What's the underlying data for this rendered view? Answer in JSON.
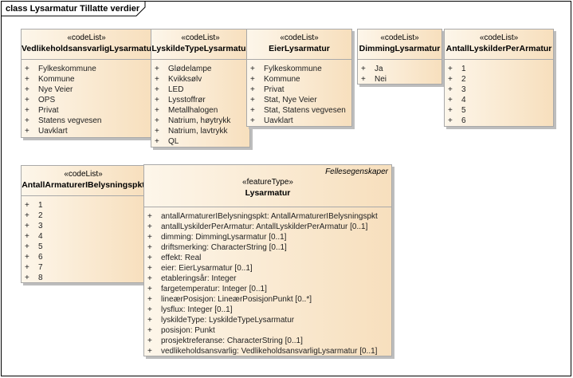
{
  "diagram_title": "class Lysarmatur Tillatte verdier",
  "classes": [
    {
      "id": "vedlikehold",
      "stereotype": "«codeList»",
      "name": "VedlikeholdsansvarligLysarmatur",
      "items": [
        "Fylkeskommune",
        "Kommune",
        "Nye Veier",
        "OPS",
        "Privat",
        "Statens vegvesen",
        "Uavklart"
      ]
    },
    {
      "id": "lyskildetype",
      "stereotype": "«codeList»",
      "name": "LyskildeTypeLysarmatur",
      "items": [
        "Glødelampe",
        "Kvikksølv",
        "LED",
        "Lysstoffrør",
        "Metallhalogen",
        "Natrium, høytrykk",
        "Natrium, lavtrykk",
        "QL"
      ]
    },
    {
      "id": "eier",
      "stereotype": "«codeList»",
      "name": "EierLysarmatur",
      "items": [
        "Fylkeskommune",
        "Kommune",
        "Privat",
        "Stat, Nye Veier",
        "Stat, Statens vegvesen",
        "Uavklart"
      ]
    },
    {
      "id": "dimming",
      "stereotype": "«codeList»",
      "name": "DimmingLysarmatur",
      "items": [
        "Ja",
        "Nei"
      ]
    },
    {
      "id": "antalllyskilder",
      "stereotype": "«codeList»",
      "name": "AntallLyskilderPerArmatur",
      "items": [
        "1",
        "2",
        "3",
        "4",
        "5",
        "6"
      ]
    },
    {
      "id": "antallarmaturer",
      "stereotype": "«codeList»",
      "name": "AntallArmaturerIBelysningspkt",
      "items": [
        "1",
        "2",
        "3",
        "4",
        "5",
        "6",
        "7",
        "8"
      ]
    },
    {
      "id": "lysarmatur",
      "tag": "Fellesegenskaper",
      "stereotype": "«featureType»",
      "name": "Lysarmatur",
      "items": [
        "antallArmaturerIBelysningspkt: AntallArmaturerIBelysningspkt",
        "antallLyskilderPerArmatur: AntallLyskilderPerArmatur [0..1]",
        "dimming: DimmingLysarmatur [0..1]",
        "driftsmerking: CharacterString [0..1]",
        "effekt: Real",
        "eier: EierLysarmatur [0..1]",
        "etableringsår: Integer",
        "fargetemperatur: Integer [0..1]",
        "lineærPosisjon: LineærPosisjonPunkt [0..*]",
        "lysflux: Integer [0..1]",
        "lyskildeType: LyskildeTypeLysarmatur",
        "posisjon: Punkt",
        "prosjektreferanse: CharacterString [0..1]",
        "vedlikeholdsansvarlig: VedlikeholdsansvarligLysarmatur [0..1]"
      ]
    }
  ],
  "visibility_symbol": "+"
}
